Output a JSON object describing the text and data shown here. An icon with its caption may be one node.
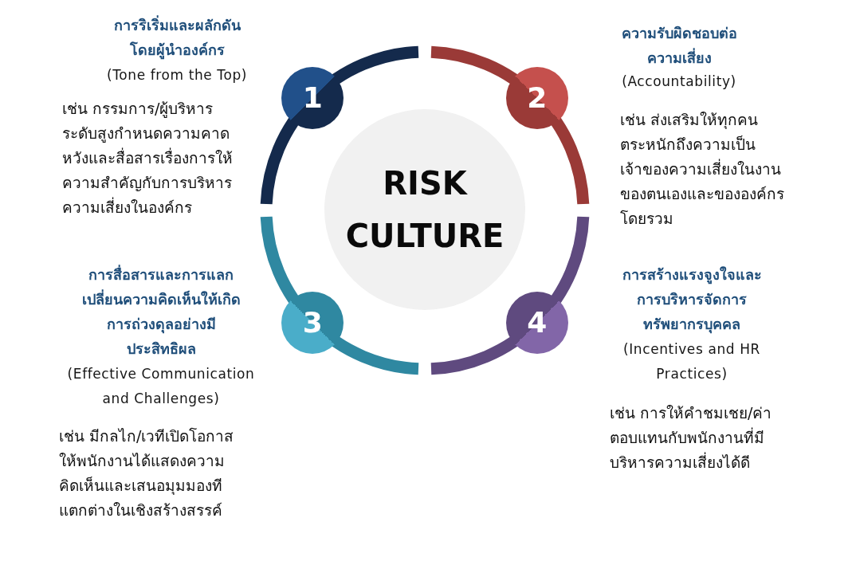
{
  "diagram": {
    "nodes": [
      {
        "text": [
          "RISK CULTURE"
        ]
      },
      {
        "text": [
          "1"
        ],
        "beside": [
          "การริเริ่มและผลักดันโดยผู้นำองค์กร",
          "(Tone from the Top)",
          "เช่น กรรมการ/ผู้บริหารระดับสูงกำหนดความคาดหวังและสื่อสารเรื่องการให้ความสำคัญกับการบริหารความเสี่ยงในองค์กร"
        ]
      },
      {
        "text": [
          "2"
        ],
        "beside": [
          "ความรับผิดชอบต่อความเสี่ยง",
          "(Accountability)",
          "เช่น ส่งเสริมให้ทุกคนตระหนักถึงความเป็นเจ้าของความเสี่ยงในงานของตนเองและขององค์กรโดยรวม"
        ]
      },
      {
        "text": [
          "3"
        ],
        "beside": [
          "การสื่อสารและการแลกเปลี่ยนความคิดเห็นให้เกิดการถ่วงดุลอย่างมีประสิทธิผล",
          "(Effective Communication and Challenges)",
          "เช่น มีกลไก/เวทีเปิดโอกาสให้พนักงานได้แสดงความคิดเห็นและเสนอมุมมองทีแตกต่างในเชิงสร้างสรรค์"
        ]
      },
      {
        "text": [
          "4"
        ],
        "beside": [
          "การสร้างแรงจูงใจและการบริหารจัดการทรัพยากรบุคคล",
          "(Incentives and HR Practices)",
          "เช่น การให้คำชมเชย/ค่าตอบแทนกับพนักงานที่มีบริหารความเสี่ยงได้ดี"
        ]
      }
    ]
  }
}
